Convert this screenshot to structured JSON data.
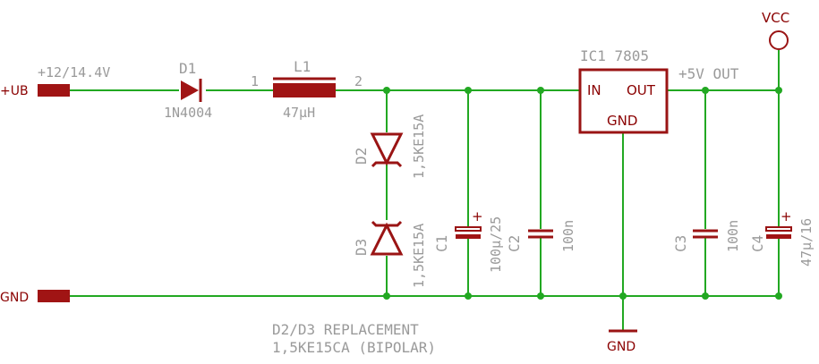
{
  "schematic": {
    "inputs": {
      "vin_label": "+UB",
      "vin_range": "+12/14.4V",
      "gnd_label": "GND"
    },
    "parts": {
      "d1": {
        "name": "D1",
        "value": "1N4004"
      },
      "l1": {
        "name": "L1",
        "value": "47µH",
        "pin1": "1",
        "pin2": "2"
      },
      "d2": {
        "name": "D2",
        "value": "1,5KE15A"
      },
      "d3": {
        "name": "D3",
        "value": "1,5KE15A"
      },
      "c1": {
        "name": "C1",
        "value": "100µ/25"
      },
      "c2": {
        "name": "C2",
        "value": "100n"
      },
      "c3": {
        "name": "C3",
        "value": "100n"
      },
      "c4": {
        "name": "C4",
        "value": "47µ/16"
      },
      "ic1": {
        "name": "IC1 7805",
        "pin_in": "IN",
        "pin_out": "OUT",
        "pin_gnd": "GND"
      }
    },
    "nets": {
      "out_label": "+5V OUT",
      "vcc": "VCC",
      "gnd_symbol": "GND"
    },
    "note": {
      "line1": "D2/D3 REPLACEMENT",
      "line2": "1,5KE15CA (BIPOLAR)"
    },
    "colors": {
      "wire": "#22a822",
      "part": "#9a1414",
      "text": "#9a9a9a"
    }
  }
}
